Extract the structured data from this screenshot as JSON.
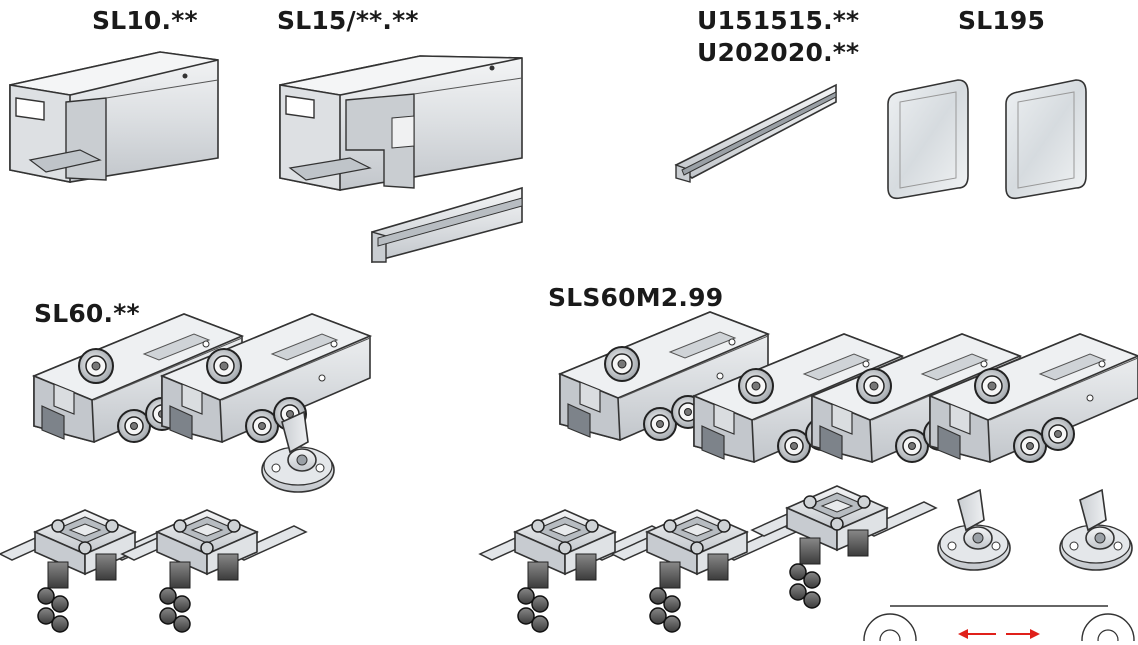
{
  "labels": {
    "sl10": "SL10.**",
    "sl15": "SL15/**.**",
    "u151515": "U151515.**",
    "u202020": "U202020.**",
    "sl195": "SL195",
    "sl60": "SL60.**",
    "sls60m299": "SLS60M2.99"
  },
  "colors": {
    "metal_light": "#eef0f2",
    "metal_mid": "#d3d6da",
    "metal_dark": "#9aa0a6",
    "outline": "#3a3a3a",
    "rubber": "#5a5a5a",
    "arrow": "#e0201a",
    "glass": "#dfe3e6"
  },
  "icons": [
    "track-profile",
    "end-cap",
    "roller-carriage",
    "clamp-bracket",
    "stopper",
    "sliding-diagram-arrows"
  ]
}
